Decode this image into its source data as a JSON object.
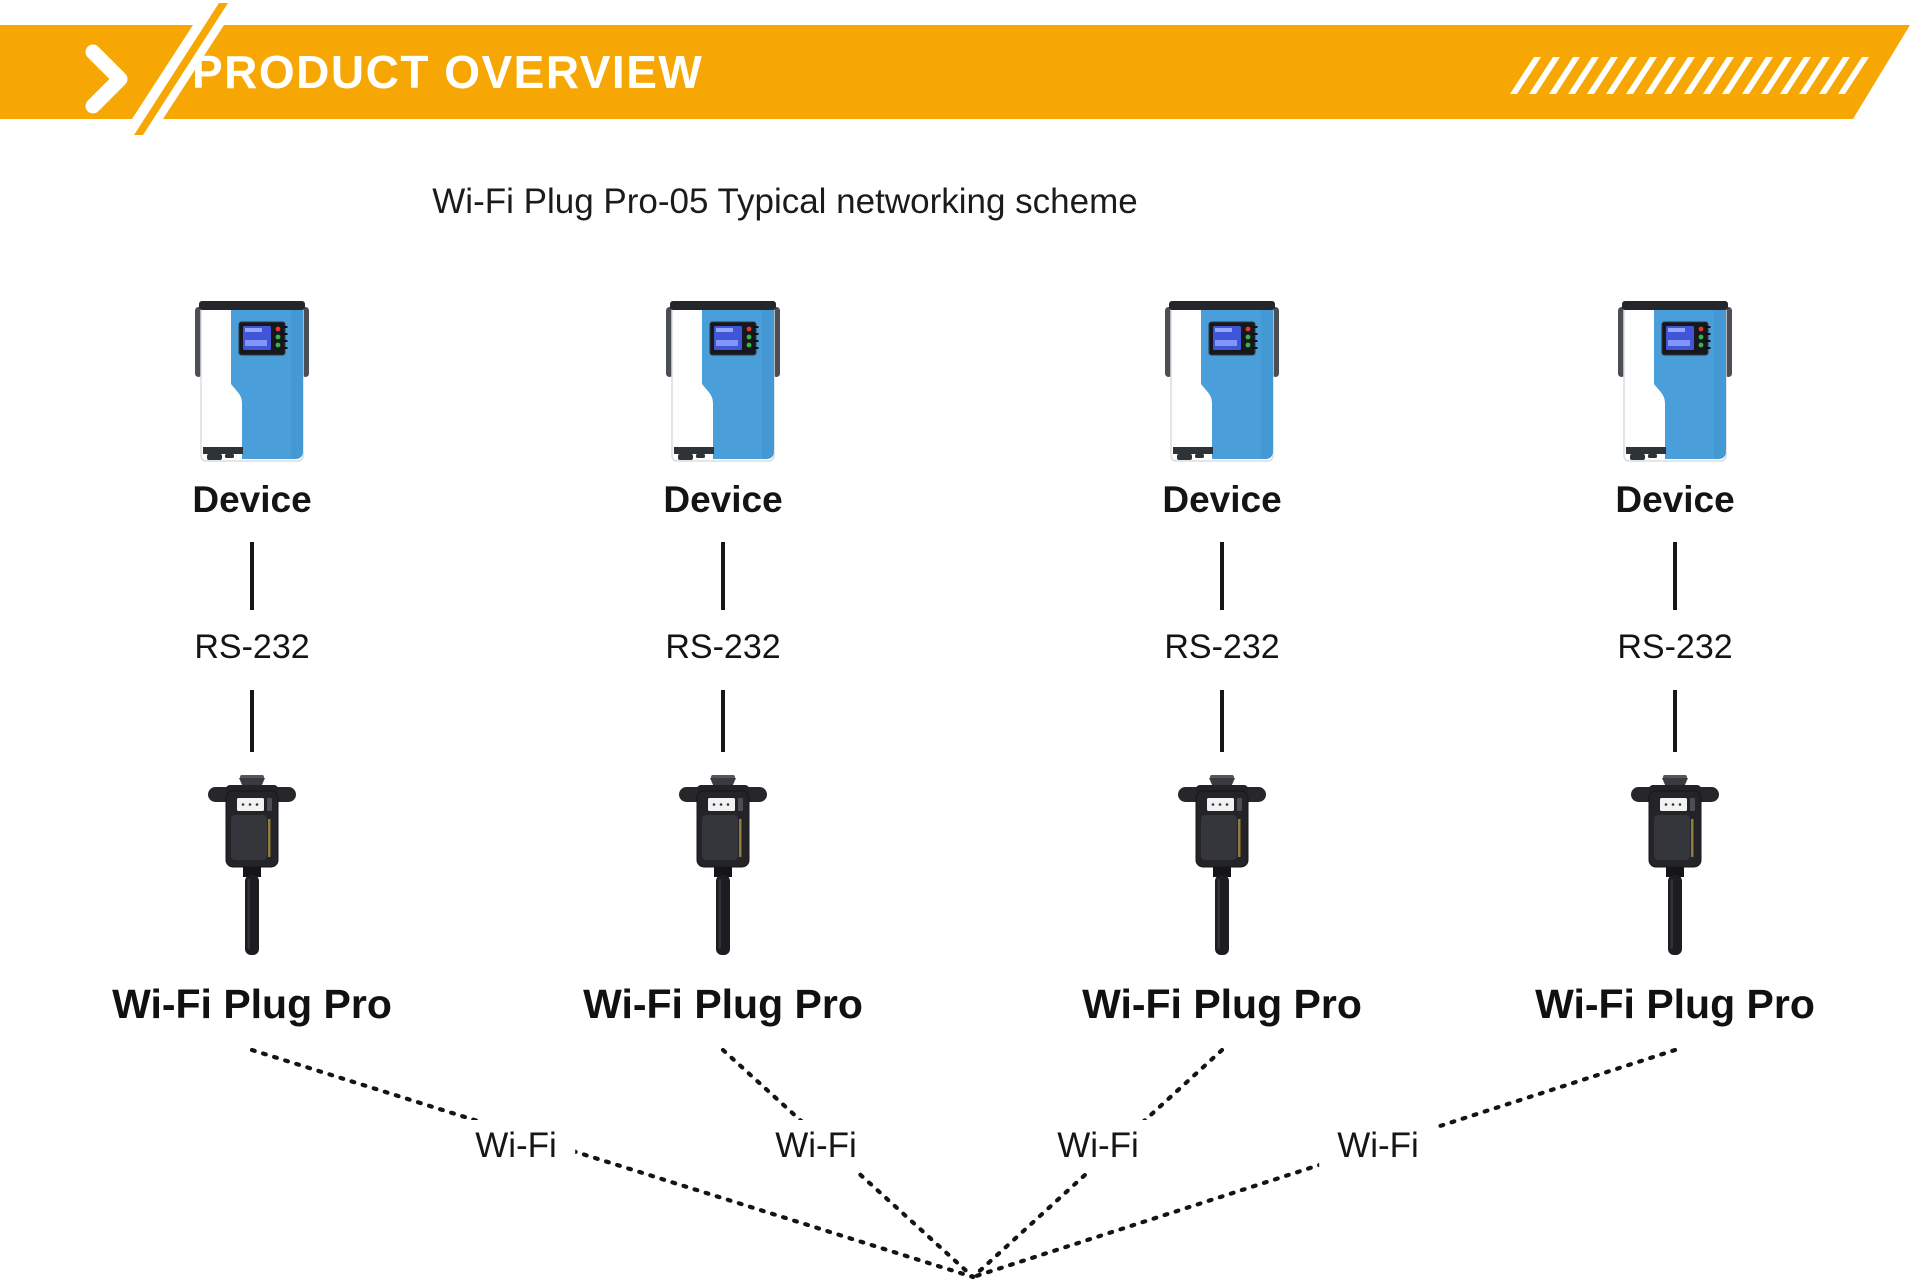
{
  "header": {
    "title": "PRODUCT OVERVIEW",
    "accent_color": "#F6A703",
    "chevron_icon": "chevron-right",
    "slash_count": 18
  },
  "diagram": {
    "title": "Wi-Fi Plug Pro-05 Typical networking scheme",
    "columns": 4,
    "device_label": "Device",
    "rs232_label": "RS-232",
    "plug_label": "Wi-Fi Plug Pro",
    "wifi_label": "Wi-Fi",
    "colors": {
      "device_blue": "#4A9ED9",
      "display_screen_blue": "#4156D6",
      "plug_black": "#232328",
      "text": "#141414"
    }
  }
}
